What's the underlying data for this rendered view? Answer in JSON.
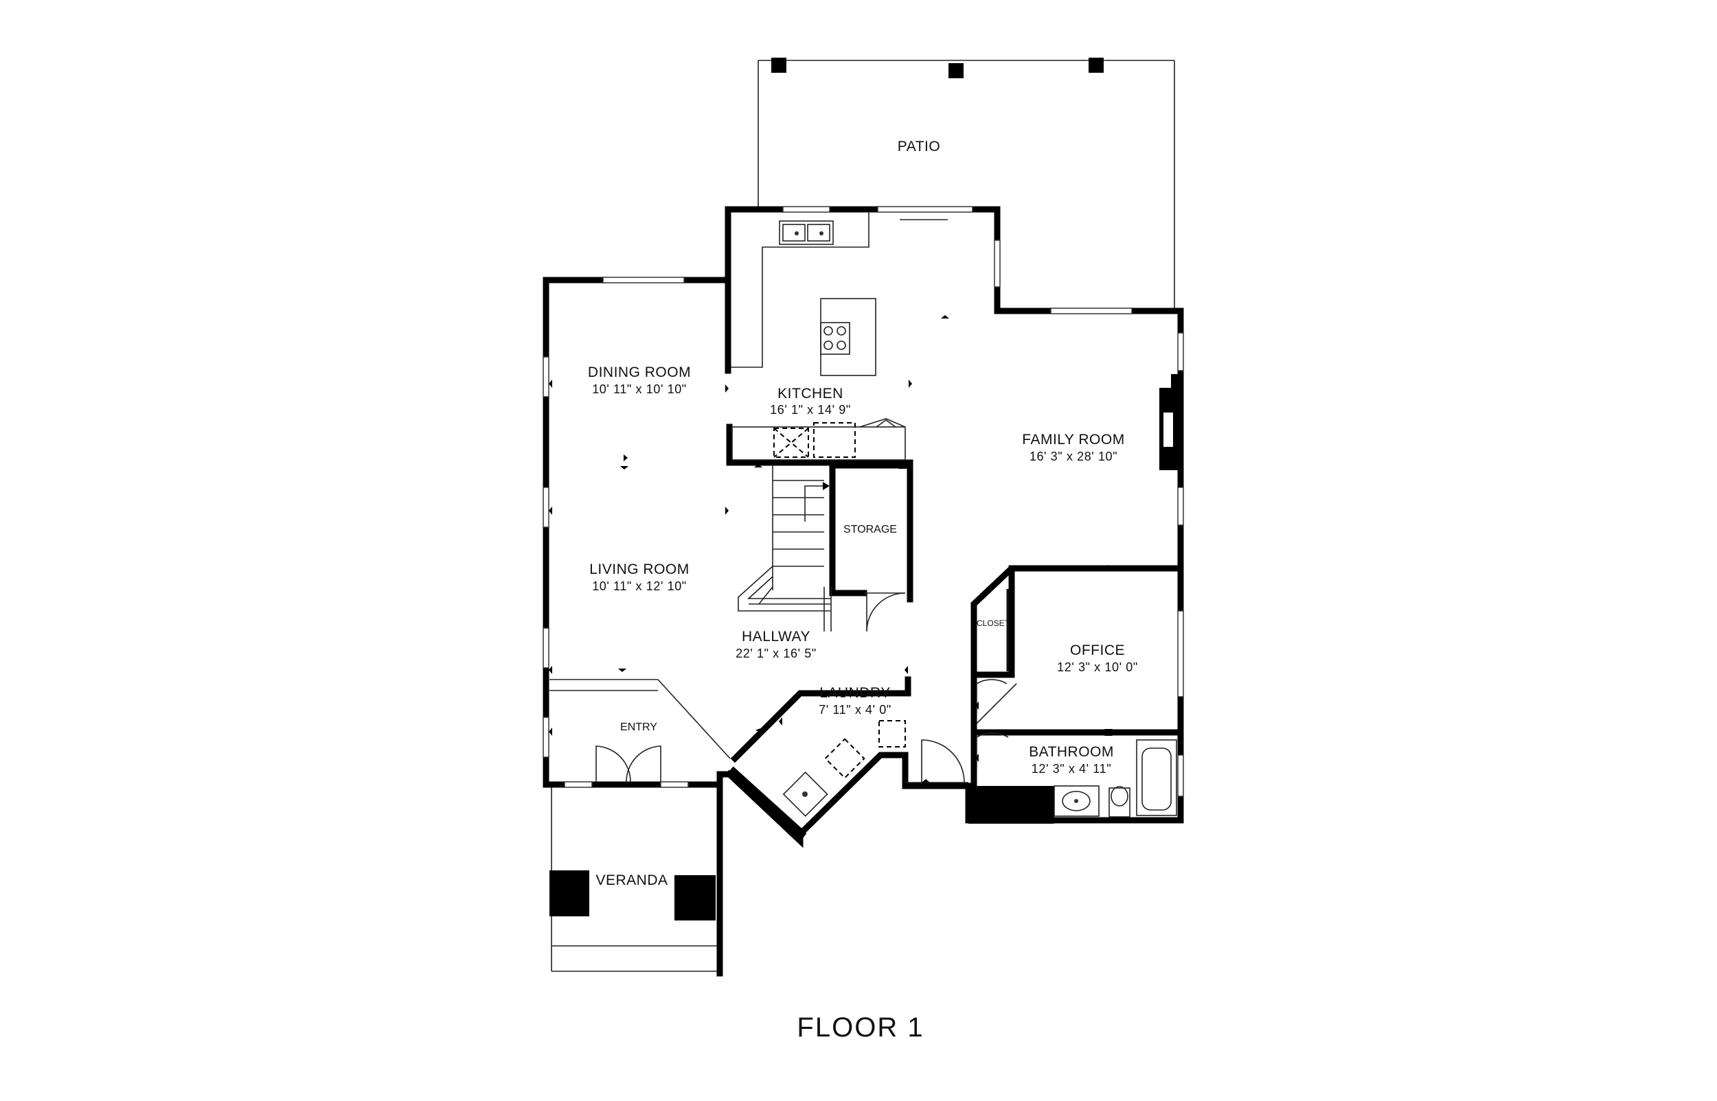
{
  "floor_title": "FLOOR 1",
  "rooms": {
    "patio": {
      "name": "PATIO"
    },
    "kitchen": {
      "name": "KITCHEN",
      "dims": "16' 1\" x 14' 9\""
    },
    "dining_room": {
      "name": "DINING ROOM",
      "dims": "10' 11\" x 10' 10\""
    },
    "family_room": {
      "name": "FAMILY ROOM",
      "dims": "16' 3\" x 28' 10\""
    },
    "living_room": {
      "name": "LIVING ROOM",
      "dims": "10' 11\" x 12' 10\""
    },
    "storage": {
      "name": "STORAGE"
    },
    "hallway": {
      "name": "HALLWAY",
      "dims": "22' 1\" x 16' 5\""
    },
    "closet": {
      "name": "CLOSET"
    },
    "office": {
      "name": "OFFICE",
      "dims": "12' 3\" x 10' 0\""
    },
    "laundry": {
      "name": "LAUNDRY",
      "dims": "7' 11\" x 4' 0\""
    },
    "entry": {
      "name": "ENTRY"
    },
    "bathroom": {
      "name": "BATHROOM",
      "dims": "12' 3\" x 4' 11\""
    },
    "veranda": {
      "name": "VERANDA"
    }
  }
}
